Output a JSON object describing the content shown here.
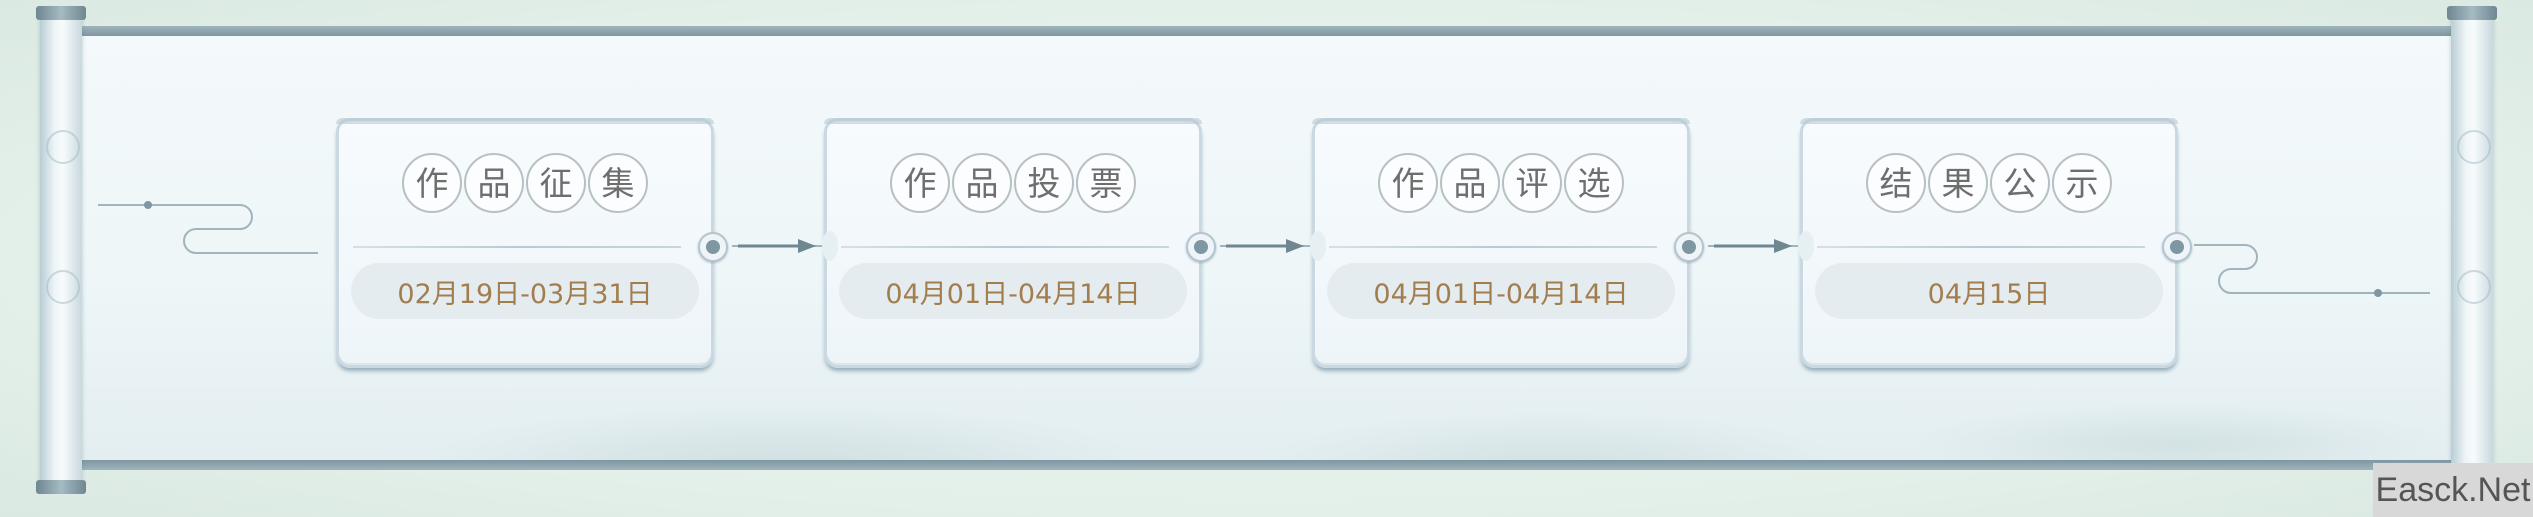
{
  "stages": [
    {
      "chars": [
        "作",
        "品",
        "征",
        "集"
      ],
      "date": "02月19日-03月31日"
    },
    {
      "chars": [
        "作",
        "品",
        "投",
        "票"
      ],
      "date": "04月01日-04月14日"
    },
    {
      "chars": [
        "作",
        "品",
        "评",
        "选"
      ],
      "date": "04月01日-04月14日"
    },
    {
      "chars": [
        "结",
        "果",
        "公",
        "示"
      ],
      "date": "04月15日"
    }
  ],
  "watermark": "Easck.Net",
  "colors": {
    "date_text": "#a27e4f",
    "title_text": "#6e6e6e",
    "card_border": "#c9d8e1",
    "knob_dot": "#7f96a3",
    "scroll_border": "#7e97a1"
  },
  "icons": {
    "stage_connector": "circle-knob-icon",
    "flow_arrow": "arrow-right-icon"
  }
}
